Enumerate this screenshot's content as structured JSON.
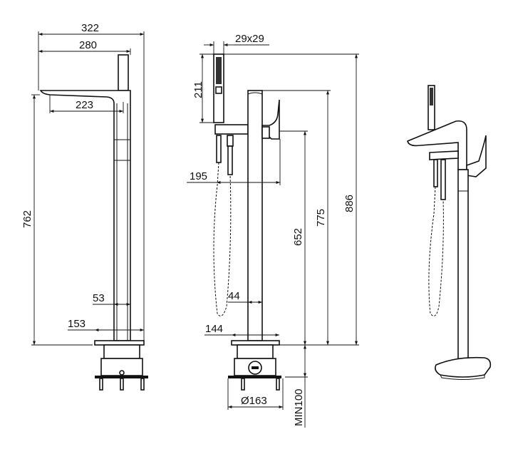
{
  "drawing": {
    "side_view": {
      "overall_width": "322",
      "spout_width": "280",
      "spout_reach": "223",
      "spout_height": "762",
      "column_width": "53",
      "base_width": "153"
    },
    "front_view": {
      "handshower_section": "29x29",
      "handshower_length": "211",
      "handshower_offset": "195",
      "total_height": "886",
      "column_height": "775",
      "lever_height": "652",
      "column_width": "44",
      "base_width": "144",
      "flange_diameter": "Ø163",
      "min_depth": "MIN100"
    }
  }
}
